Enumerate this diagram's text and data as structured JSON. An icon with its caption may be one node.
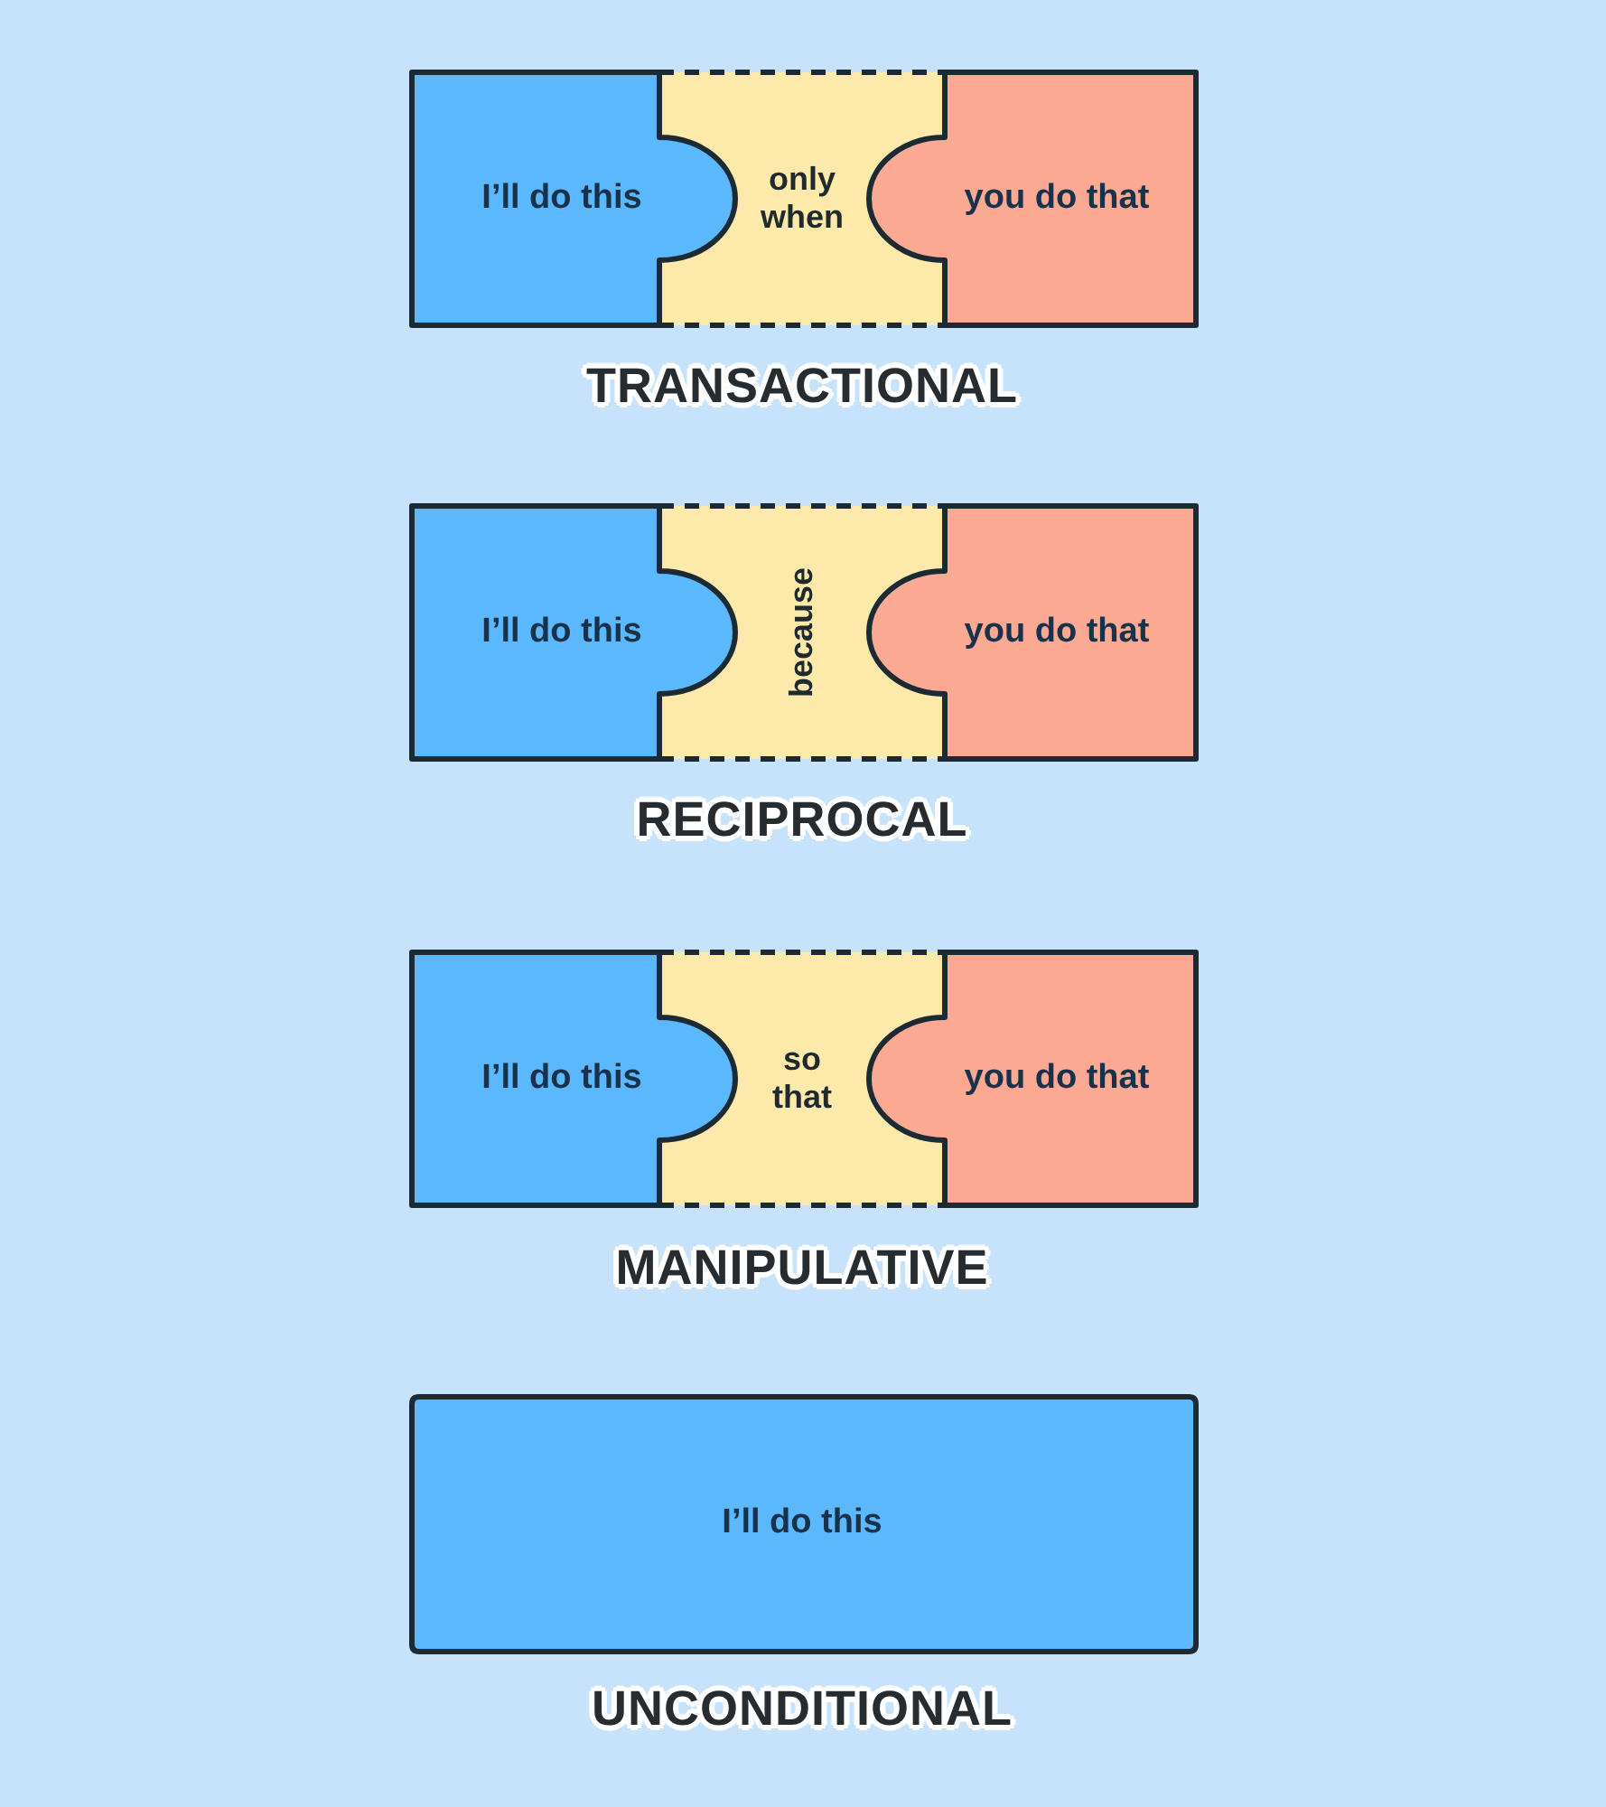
{
  "diagram": {
    "nodes": [
      {
        "text": [
          "I’ll do this"
        ]
      },
      {
        "text": [
          "only when"
        ]
      },
      {
        "text": [
          "you do that"
        ]
      },
      {
        "text": [
          "I’ll do this"
        ]
      },
      {
        "text": [
          "because"
        ]
      },
      {
        "text": [
          "you do that"
        ]
      },
      {
        "text": [
          "I’ll do this"
        ]
      },
      {
        "text": [
          "so that"
        ]
      },
      {
        "text": [
          "you do that"
        ]
      },
      {
        "text": [
          "I’ll do this"
        ]
      }
    ],
    "labels": [
      "TRANSACTIONAL",
      "RECIPROCAL",
      "MANIPULATIVE",
      "UNCONDITIONAL"
    ]
  }
}
